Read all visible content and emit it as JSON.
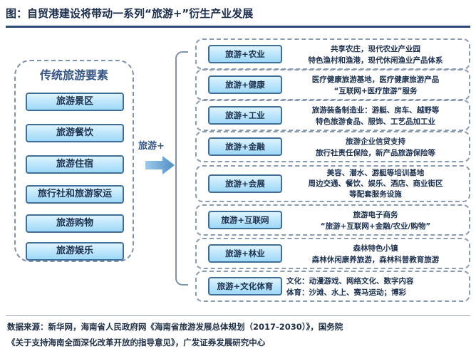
{
  "title": "图：自贸港建设将带动一系列“旅游+”衍生产业发展",
  "traditional": {
    "title": "传统旅游要素",
    "items": [
      "旅游景区",
      "旅游餐饮",
      "旅游住宿",
      "旅行社和旅游家运",
      "旅游购物",
      "旅游娱乐"
    ]
  },
  "arrow_label": "旅游+",
  "industries": [
    {
      "label": "旅游+农业",
      "lines": [
        "共享农庄，现代农业产业园",
        "特色渔村和渔港，现代休闲渔业产品体系"
      ]
    },
    {
      "label": "旅游+健康",
      "lines": [
        "医疗健康旅游基地，医疗健康旅游产品",
        "“互联网+医疗旅游”服务"
      ]
    },
    {
      "label": "旅游+工业",
      "lines": [
        "旅游装备制造业：游艇、房车、越野等",
        "特色旅游食品、服饰、工艺品加工业"
      ]
    },
    {
      "label": "旅游+金融",
      "lines": [
        "旅游企业信贷支持",
        "旅行社责任保险，新产品旅游保险等"
      ]
    },
    {
      "label": "旅游+会展",
      "lines": [
        "美容、潜水、游艇等培训基地",
        "周边交通、餐饮、娱乐、酒店、商业街区",
        "等配套服务设施"
      ]
    },
    {
      "label": "旅游+互联网",
      "lines": [
        "旅游电子商务",
        "“旅游+互联网+金融/农业/购物”"
      ]
    },
    {
      "label": "旅游+林业",
      "lines": [
        "森林特色小镇",
        "森林休闲康养旅游，森林科普教育旅游"
      ]
    },
    {
      "label": "旅游+文化体育",
      "lines": [
        "文化：动漫游戏、网络文化、数字内容",
        "体育：沙滩、水上、赛马运动；博彩"
      ]
    }
  ],
  "source_line1": "数据来源：新华网，海南省人民政府网《海南省旅游发展总体规划（2017-2030）》，国务院",
  "source_line2": "《关于支持海南全面深化改革开放的指导意见》，广发证券发展研究中心"
}
